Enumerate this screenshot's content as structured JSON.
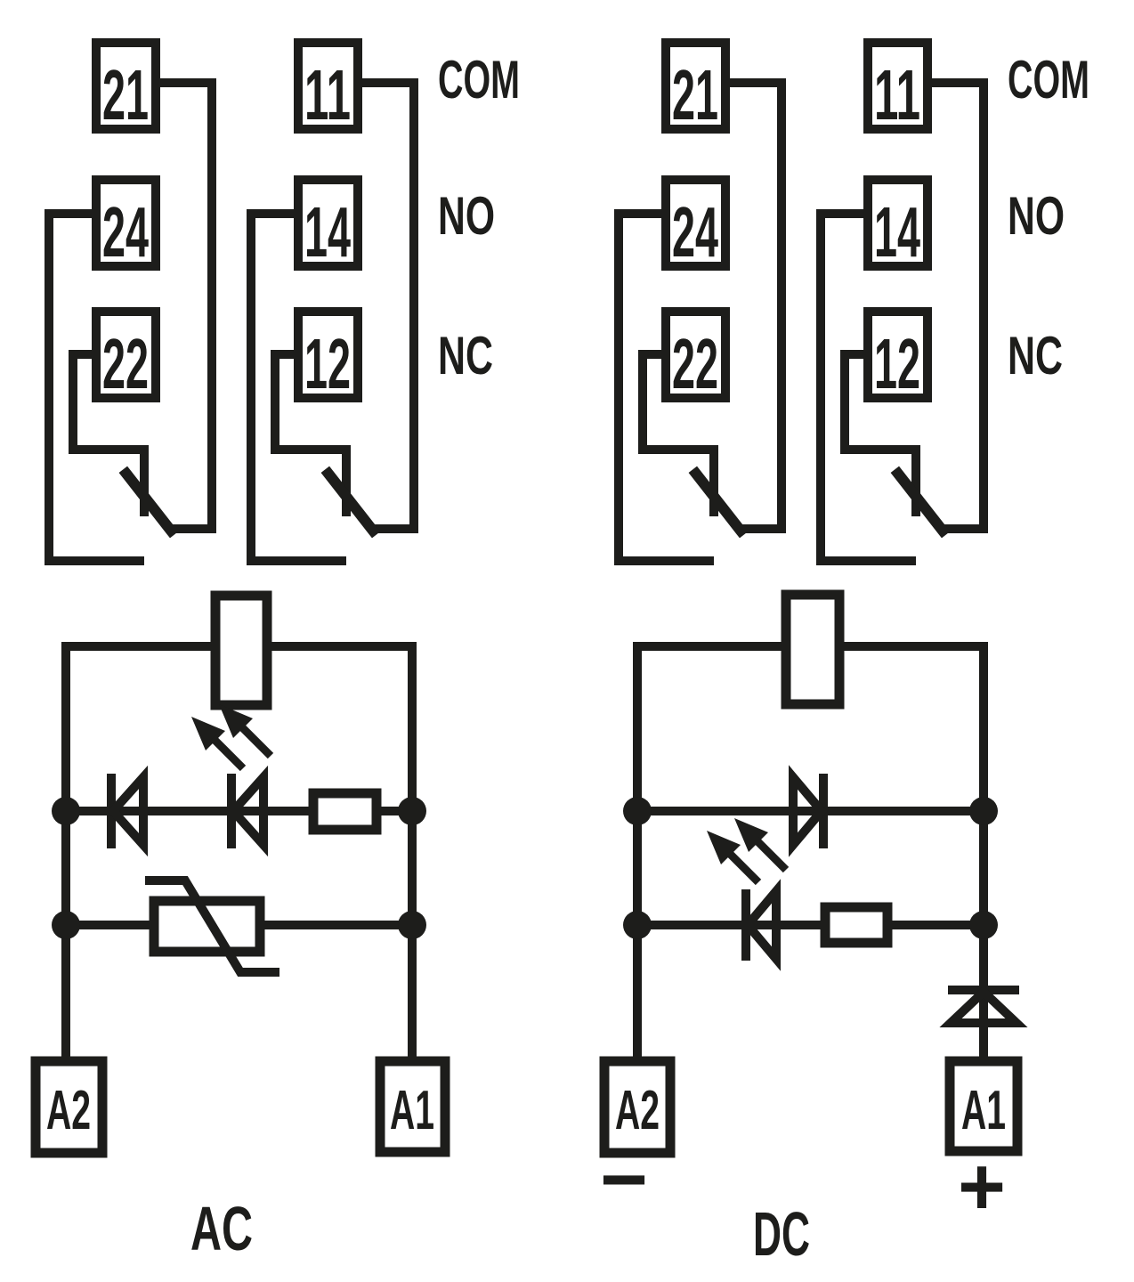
{
  "colors": {
    "line": "#1d1d1b",
    "background": "#ffffff"
  },
  "top_left": {
    "pole1": {
      "terminals": [
        "21",
        "24",
        "22"
      ]
    },
    "pole2": {
      "terminals": [
        "11",
        "14",
        "12"
      ]
    },
    "labels": [
      "COM",
      "NO",
      "NC"
    ]
  },
  "top_right": {
    "pole1": {
      "terminals": [
        "21",
        "24",
        "22"
      ]
    },
    "pole2": {
      "terminals": [
        "11",
        "14",
        "12"
      ]
    },
    "labels": [
      "COM",
      "NO",
      "NC"
    ]
  },
  "bottom_left": {
    "terminal_left": "A2",
    "terminal_right": "A1",
    "caption": "AC"
  },
  "bottom_right": {
    "terminal_left": "A2",
    "terminal_right": "A1",
    "polarity_left": "−",
    "polarity_right": "+",
    "caption": "DC"
  }
}
